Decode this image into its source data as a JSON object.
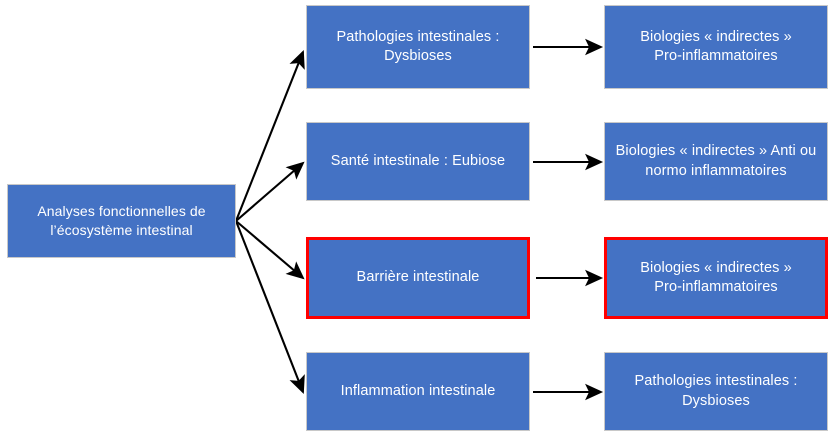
{
  "diagram": {
    "title": "Analyses fonctionnelles de l’écosystème intestinal",
    "colors": {
      "node_fill": "#4472C4",
      "node_text": "#FFFFFF",
      "node_border": "#C8C8C8",
      "highlight_border": "#FF0000",
      "arrow": "#000000",
      "background": "#FFFFFF"
    },
    "source": {
      "id": "node-source",
      "label": "Analyses fonctionnelles de\nl’écosystème intestinal",
      "highlighted": false
    },
    "rows": [
      {
        "middle": {
          "id": "node-m1",
          "label": "Pathologies intestinales :\nDysbioses",
          "highlighted": false
        },
        "right": {
          "id": "node-r1",
          "label": "Biologies « indirectes »\nPro-inflammatoires",
          "highlighted": false
        }
      },
      {
        "middle": {
          "id": "node-m2",
          "label": "Santé intestinale : Eubiose",
          "highlighted": false
        },
        "right": {
          "id": "node-r2",
          "label": "Biologies « indirectes » Anti ou\nnormo inflammatoires",
          "highlighted": false
        }
      },
      {
        "middle": {
          "id": "node-m3",
          "label": "Barrière intestinale",
          "highlighted": true
        },
        "right": {
          "id": "node-r3",
          "label": "Biologies « indirectes »\nPro-inflammatoires",
          "highlighted": true
        }
      },
      {
        "middle": {
          "id": "node-m4",
          "label": "Inflammation intestinale",
          "highlighted": false
        },
        "right": {
          "id": "node-r4",
          "label": "Pathologies intestinales :\nDysbioses",
          "highlighted": false
        }
      }
    ],
    "connectors": {
      "fan_out_from": "node-source",
      "fan_out_to": [
        "node-m1",
        "node-m2",
        "node-m3",
        "node-m4"
      ],
      "straight_pairs": [
        [
          "node-m1",
          "node-r1"
        ],
        [
          "node-m2",
          "node-r2"
        ],
        [
          "node-m3",
          "node-r3"
        ],
        [
          "node-m4",
          "node-r4"
        ]
      ]
    }
  }
}
